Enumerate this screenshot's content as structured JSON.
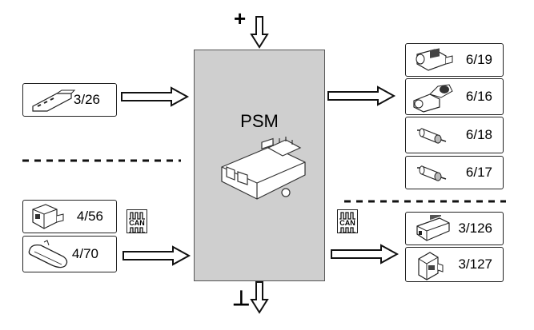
{
  "center": {
    "label": "PSM"
  },
  "power": {
    "plus": "+",
    "ground": "⊥"
  },
  "inputs": [
    {
      "id": "input-3-26",
      "label": "3/26"
    },
    {
      "id": "input-4-56",
      "label": "4/56"
    },
    {
      "id": "input-4-70",
      "label": "4/70"
    }
  ],
  "outputs": [
    {
      "id": "output-6-19",
      "label": "6/19"
    },
    {
      "id": "output-6-16",
      "label": "6/16"
    },
    {
      "id": "output-6-18",
      "label": "6/18"
    },
    {
      "id": "output-6-17",
      "label": "6/17"
    },
    {
      "id": "output-3-126",
      "label": "3/126"
    },
    {
      "id": "output-3-127",
      "label": "3/127"
    }
  ],
  "bus": {
    "label_top": "CAN"
  },
  "icons": [
    "component-icon",
    "can-bus-icon",
    "control-module-icon",
    "arrow-icon"
  ]
}
